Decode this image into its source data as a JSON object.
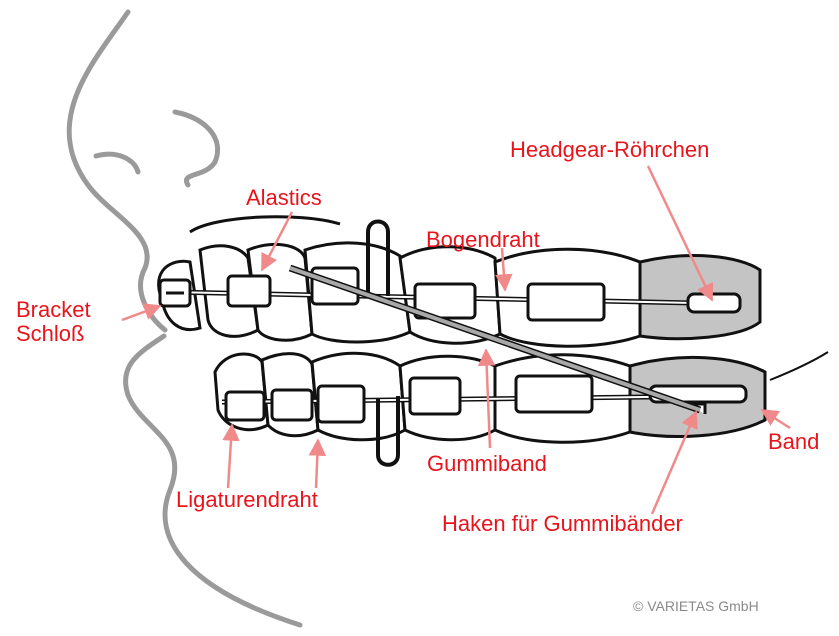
{
  "labels": {
    "headgear_tube": "Headgear-Röhrchen",
    "alastics": "Alastics",
    "arch_wire": "Bogendraht",
    "bracket": "Bracket",
    "lock": "Schloß",
    "elastic": "Gummiband",
    "band": "Band",
    "ligature_wire": "Ligaturendraht",
    "hook": "Haken für Gummibänder"
  },
  "copyright": "© VARIETAS GmbH",
  "colors": {
    "label": "#e8141c",
    "arrow": "#f08a8a",
    "line": "#111111",
    "profile": "#9a9a9a",
    "metal": "#a8a8a8"
  }
}
